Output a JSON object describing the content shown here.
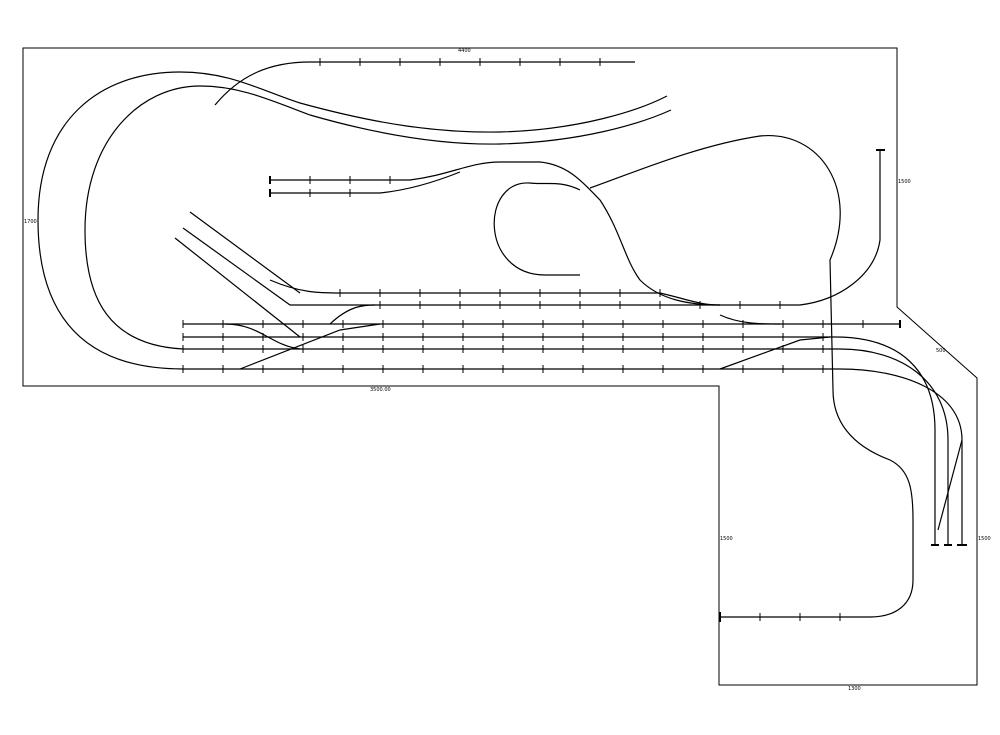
{
  "title": "Track plan",
  "dimensions": {
    "top": "4400",
    "left": "1700",
    "right_upper": "1500",
    "diagonal": "500",
    "right_lower": "1500",
    "inner_vertical": "1500",
    "bottom_lower": "1300",
    "bottom_main": "3500.00"
  },
  "colors": {
    "track": "#000000",
    "marker": "#cc0000"
  }
}
